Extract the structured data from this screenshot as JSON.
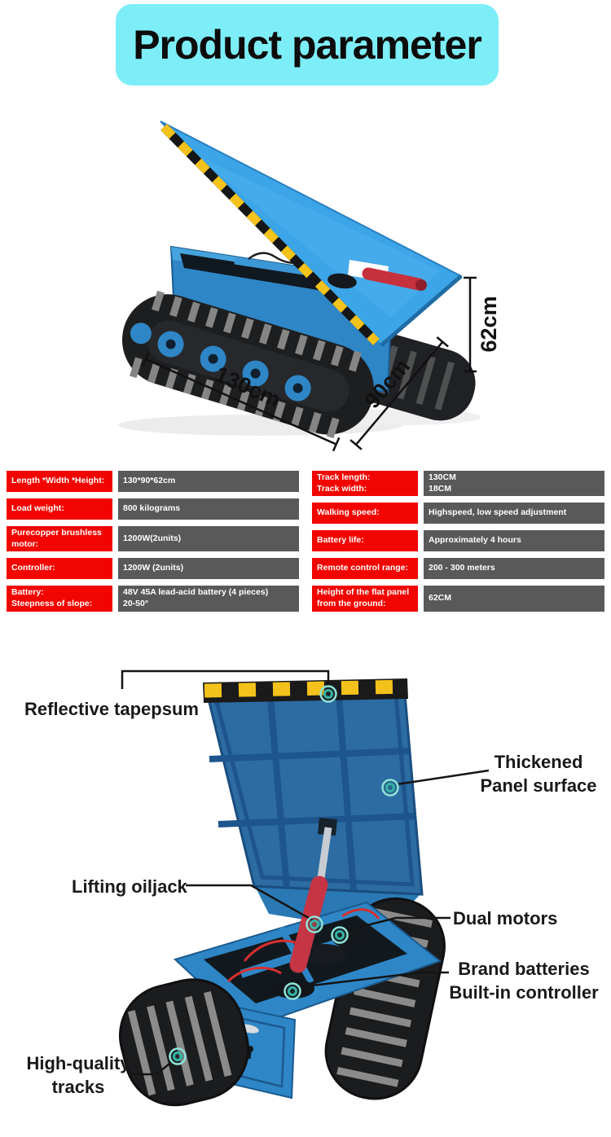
{
  "header": {
    "title": "Product parameter",
    "badge_color": "#7deef7",
    "text_color": "#0c0c0c"
  },
  "colors": {
    "label_bg": "#f20500",
    "value_bg": "#595959",
    "machine_blue_light": "#3ba5e8",
    "machine_blue": "#2e86c6",
    "panel_blue_dark": "#2c6ca3",
    "hazard_yellow": "#f3c21b",
    "marker_teal": "#35b3a4"
  },
  "image1": {
    "dimensions": {
      "length": "130cm",
      "depth": "90cm",
      "height": "62cm"
    }
  },
  "spec_table": {
    "left_rows": [
      {
        "label": "Length *Width *Height:",
        "value": "130*90*62cm"
      },
      {
        "label": "Load weight:",
        "value": "800 kilograms"
      },
      {
        "label": "Purecopper brushless\nmotor:",
        "value": "1200W(2units)"
      },
      {
        "label": "Controller:",
        "value": "1200W (2units)"
      },
      {
        "label": "Battery:\nSteepness of slope:",
        "value": "48V 45A lead-acid battery (4 pieces)\n20-50°"
      }
    ],
    "right_rows": [
      {
        "label": "Track length:\nTrack width:",
        "value": "130CM\n18CM"
      },
      {
        "label": "Walking speed:",
        "value": "Highspeed, low speed adjustment"
      },
      {
        "label": "Battery life:",
        "value": "Approximately 4 hours"
      },
      {
        "label": "Remote control range:",
        "value": "200 - 300 meters"
      },
      {
        "label": "Height of the flat panel\nfrom the ground:",
        "value": "62CM"
      }
    ]
  },
  "image2": {
    "callouts": [
      {
        "label": "Reflective tapepsum"
      },
      {
        "label": "Thickened\nPanel surface"
      },
      {
        "label": "Lifting oiljack"
      },
      {
        "label": "Dual motors"
      },
      {
        "label": "Brand batteries\nBuilt-in controller"
      },
      {
        "label": "High-quality\ntracks"
      }
    ]
  }
}
